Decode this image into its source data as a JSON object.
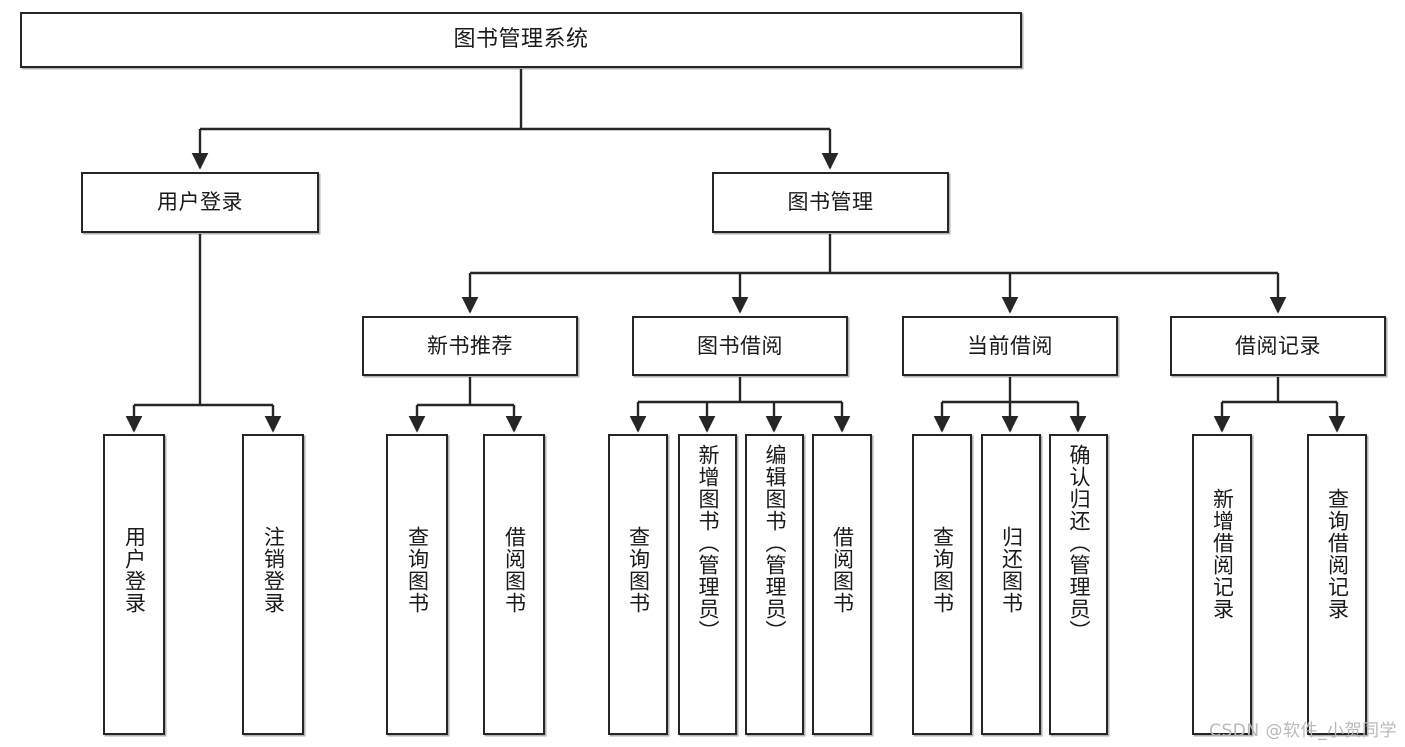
{
  "diagram": {
    "title": "图书管理系统",
    "type": "tree",
    "watermark": "CSDN @软件_小贺同学",
    "colors": {
      "stroke": "#262626",
      "fill": "#ffffff",
      "text": "#1a1a1a",
      "watermark": "#b9b9b9",
      "background": "#ffffff"
    },
    "nodes": {
      "root": {
        "label": "图书管理系统"
      },
      "level2": [
        {
          "id": "user-login",
          "label": "用户登录"
        },
        {
          "id": "book-manage",
          "label": "图书管理"
        }
      ],
      "level3": [
        {
          "id": "new-book-recommend",
          "label": "新书推荐"
        },
        {
          "id": "book-borrow",
          "label": "图书借阅"
        },
        {
          "id": "current-borrow",
          "label": "当前借阅"
        },
        {
          "id": "borrow-record",
          "label": "借阅记录"
        }
      ],
      "leaves": {
        "user_login": [
          {
            "id": "leaf-user-login",
            "label": "用户登录"
          },
          {
            "id": "leaf-user-logout",
            "label": "注销登录"
          }
        ],
        "new_book_recommend": [
          {
            "id": "leaf-query-book-1",
            "label": "查询图书"
          },
          {
            "id": "leaf-borrow-book-1",
            "label": "借阅图书"
          }
        ],
        "book_borrow": [
          {
            "id": "leaf-query-book-2",
            "label": "查询图书"
          },
          {
            "id": "leaf-add-book",
            "label": "新增图书（管理员）"
          },
          {
            "id": "leaf-edit-book",
            "label": "编辑图书（管理员）"
          },
          {
            "id": "leaf-borrow-book-2",
            "label": "借阅图书"
          }
        ],
        "current_borrow": [
          {
            "id": "leaf-query-book-3",
            "label": "查询图书"
          },
          {
            "id": "leaf-return-book",
            "label": "归还图书"
          },
          {
            "id": "leaf-confirm-return",
            "label": "确认归还（管理员）"
          }
        ],
        "borrow_record": [
          {
            "id": "leaf-add-record",
            "label": "新增借阅记录"
          },
          {
            "id": "leaf-query-record",
            "label": "查询借阅记录"
          }
        ]
      }
    }
  }
}
